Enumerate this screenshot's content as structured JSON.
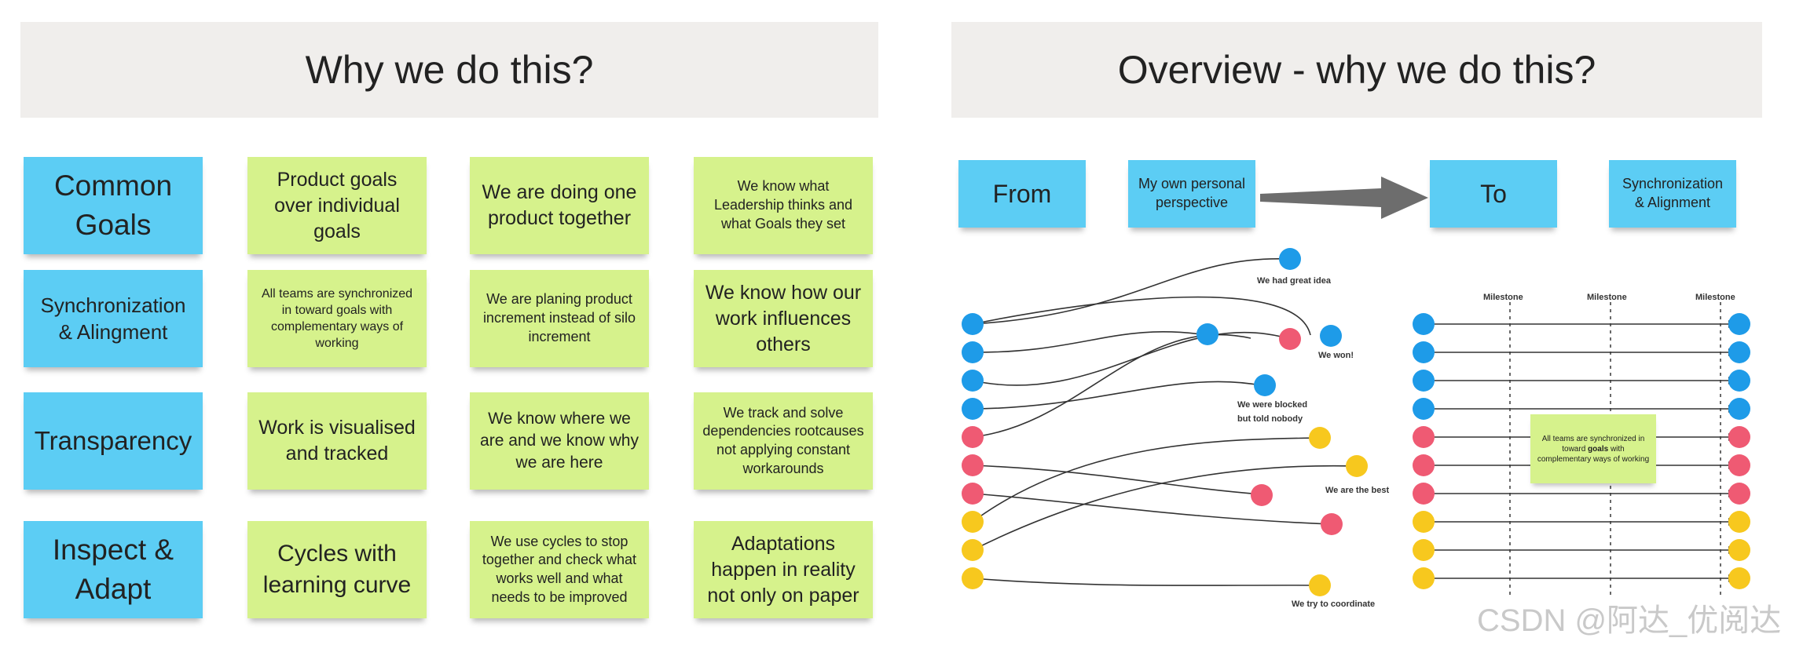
{
  "left_panel": {
    "title": "Why we do this?",
    "rows": [
      {
        "category": "Common Goals",
        "notes": [
          "Product goals over individual goals",
          "We are doing one product together",
          "We know what Leadership thinks and what Goals they set"
        ]
      },
      {
        "category": "Synchronization & Alingment",
        "notes": [
          "All teams are synchronized in toward goals with complementary ways of working",
          "We are planing product increment instead of silo increment",
          "We know how our work influences others"
        ]
      },
      {
        "category": "Transparency",
        "notes": [
          "Work is visualised and tracked",
          "We know where we are and we know why we are here",
          "We track and solve dependencies rootcauses not applying constant workarounds"
        ]
      },
      {
        "category": "Inspect & Adapt",
        "notes": [
          "Cycles with learning curve",
          "We use cycles to stop together and check what works well and what needs to be improved",
          "Adaptations happen in reality not only on paper"
        ]
      }
    ]
  },
  "right_panel": {
    "title": "Overview - why we do this?",
    "from_label": "From",
    "from_note": "My own personal perspective",
    "to_label": "To",
    "to_note": "Synchronization & Alignment",
    "left_diagram_labels": [
      "We had great idea",
      "We won!",
      "We were blocked but told nobody",
      "We are the best",
      "We try to coordinate"
    ],
    "milestones": [
      "Milestone",
      "Milestone",
      "Milestone"
    ],
    "center_note_parts": [
      "All teams are synchronized in toward ",
      "goals",
      " with complementary ways of working"
    ],
    "colors": {
      "blue": "#1e9be8",
      "red": "#ef5a73",
      "yellow": "#f7c81e"
    }
  },
  "watermark": "CSDN @阿达_优阅达"
}
